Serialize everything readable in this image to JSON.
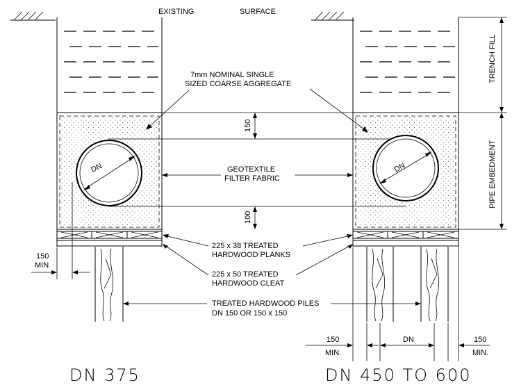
{
  "labels": {
    "existing": "EXISTING",
    "surface": "SURFACE",
    "trench_fill": "TRENCH FILL",
    "pipe_embedment": "PIPE EMBEDMENT",
    "aggregate_line1": "7mm NOMINAL SINGLE",
    "aggregate_line2": "SIZED COARSE AGGREGATE",
    "geotextile_line1": "GEOTEXTILE",
    "geotextile_line2": "FILTER FABRIC",
    "dim_top": "150",
    "dim_bottom": "100",
    "dn_left": "DN",
    "dn_right": "DN",
    "planks_line1": "225 x 38 TREATED",
    "planks_line2": "HARDWOOD PLANKS",
    "cleat_line1": "225 x 50 TREATED",
    "cleat_line2": "HARDWOOD CLEAT",
    "piles_line1": "TREATED HARDWOOD PILES",
    "piles_line2": "DN 150 OR 150 x 150",
    "min150_left_value": "150",
    "min150_left_unit": "MIN",
    "min150_rl_value": "150",
    "min150_rl_unit": "MIN.",
    "dn_spacing": "DN",
    "min150_rr_value": "150",
    "min150_rr_unit": "MIN.",
    "title_left": "DN 375",
    "title_right": "DN 450 TO 600"
  }
}
